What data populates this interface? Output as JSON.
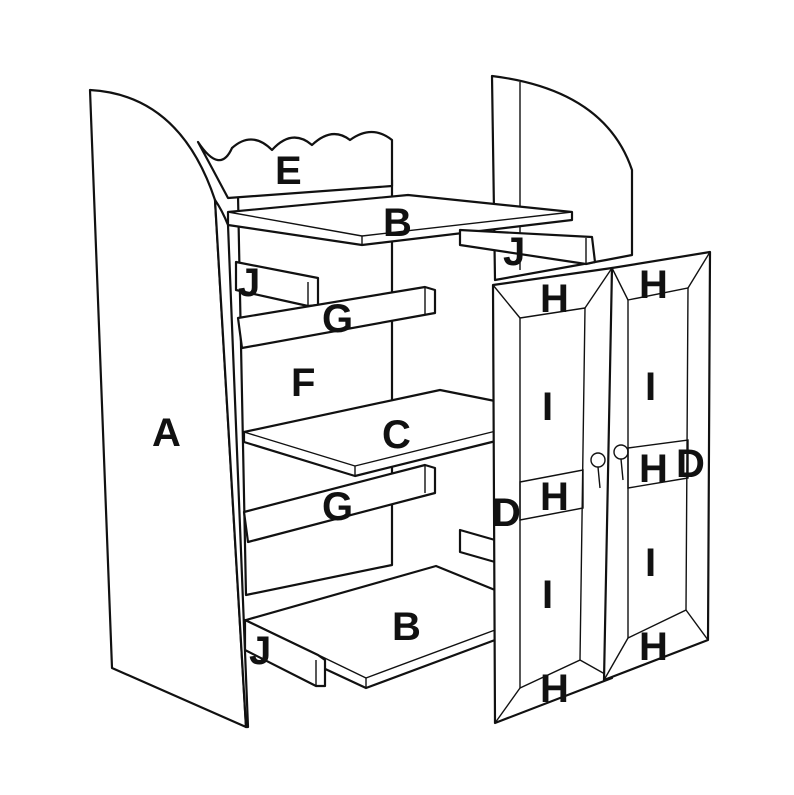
{
  "diagram": {
    "description_style": "exploded assembly line drawing",
    "colors": {
      "stroke": "#111111",
      "fill": "#ffffff",
      "background": "#ffffff"
    },
    "labels": {
      "A": "A",
      "B_top": "B",
      "B_bottom": "B",
      "C": "C",
      "D_left": "D",
      "D_right": "D",
      "E": "E",
      "F": "F",
      "G_upper": "G",
      "G_lower": "G",
      "H_left_top": "H",
      "H_right_top": "H",
      "H_left_mid": "H",
      "H_right_mid": "H",
      "H_left_bottom": "H",
      "H_right_bottom": "H",
      "I_left_upper": "I",
      "I_right_upper": "I",
      "I_left_lower": "I",
      "I_right_lower": "I",
      "J_top_right": "J",
      "J_left_upper": "J",
      "J_left_lower": "J"
    }
  }
}
